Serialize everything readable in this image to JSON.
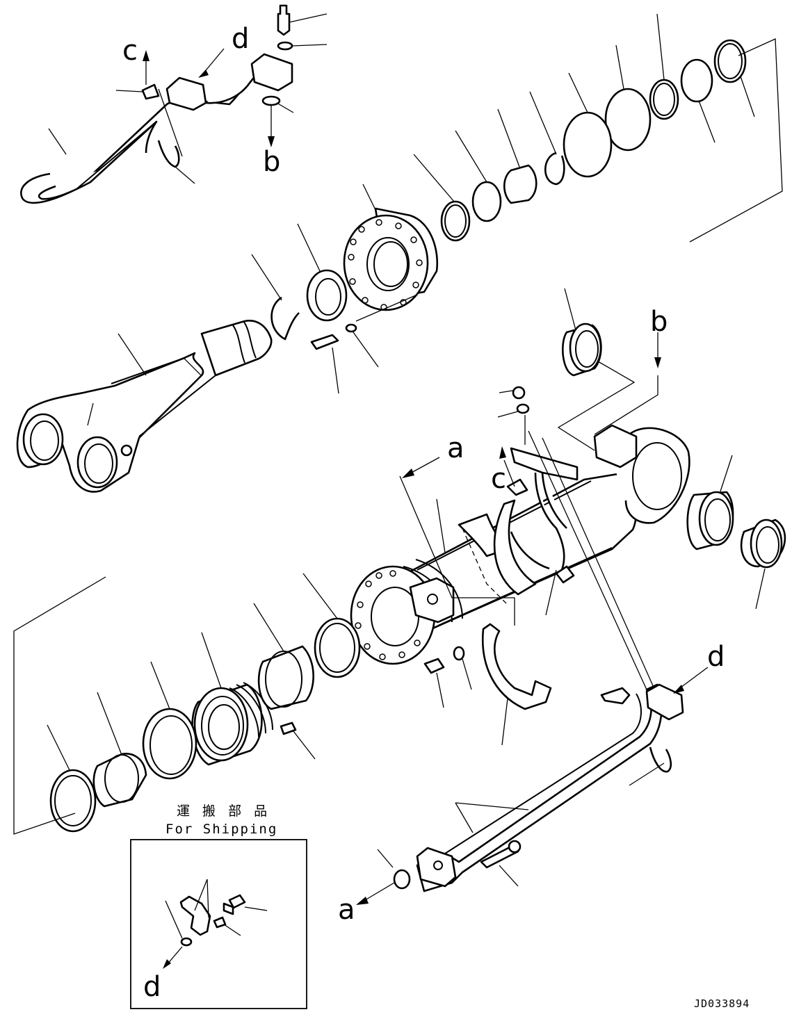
{
  "callouts": [
    {
      "id": "c-top",
      "label": "c"
    },
    {
      "id": "d-top",
      "label": "d"
    },
    {
      "id": "b-top",
      "label": "b"
    },
    {
      "id": "b-mid",
      "label": "b"
    },
    {
      "id": "a-mid",
      "label": "a"
    },
    {
      "id": "c-mid",
      "label": "c"
    },
    {
      "id": "d-right",
      "label": "d"
    },
    {
      "id": "a-bottom",
      "label": "a"
    },
    {
      "id": "d-shipping",
      "label": "d"
    }
  ],
  "shipping": {
    "title_jp": "運 搬 部 品",
    "title_en": "For Shipping"
  },
  "drawing_code": "JD033894"
}
